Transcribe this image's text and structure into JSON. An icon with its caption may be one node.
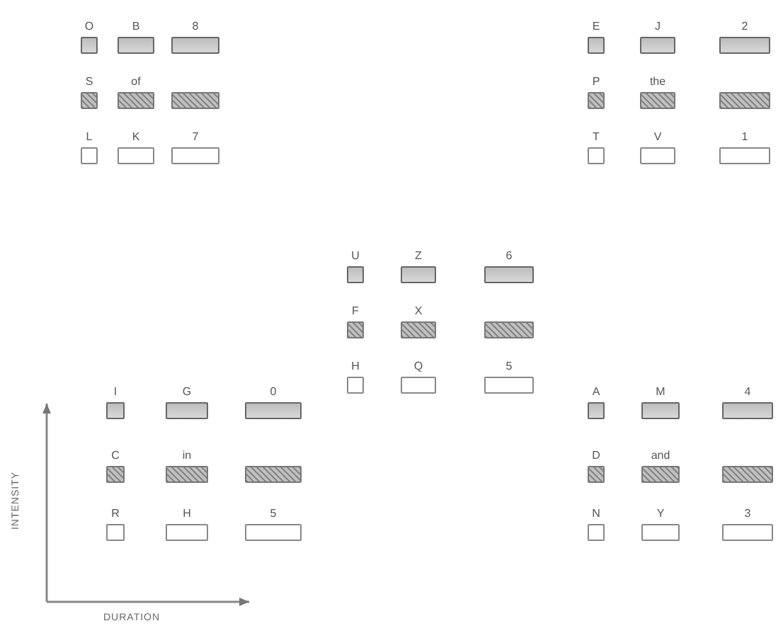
{
  "diagram": {
    "nodes": [
      {
        "text": [
          "O"
        ]
      },
      {
        "text": [
          "B"
        ]
      },
      {
        "text": [
          "8"
        ]
      },
      {
        "text": [
          "S"
        ]
      },
      {
        "text": [
          "of"
        ]
      },
      {
        "text": [],
        "shape": "box"
      },
      {
        "text": [
          "L"
        ]
      },
      {
        "text": [
          "K"
        ]
      },
      {
        "text": [
          "7"
        ]
      },
      {
        "text": [
          "E"
        ]
      },
      {
        "text": [
          "J"
        ]
      },
      {
        "text": [
          "2"
        ]
      },
      {
        "text": [
          "P"
        ]
      },
      {
        "text": [
          "the"
        ]
      },
      {
        "text": [],
        "shape": "box"
      },
      {
        "text": [
          "T"
        ]
      },
      {
        "text": [
          "V"
        ]
      },
      {
        "text": [
          "1"
        ]
      },
      {
        "text": [
          "U"
        ]
      },
      {
        "text": [
          "Z"
        ]
      },
      {
        "text": [
          "6"
        ]
      },
      {
        "text": [
          "F"
        ]
      },
      {
        "text": [
          "X"
        ]
      },
      {
        "text": [],
        "shape": "box"
      },
      {
        "text": [
          "H"
        ]
      },
      {
        "text": [
          "Q"
        ]
      },
      {
        "text": [
          "5"
        ]
      },
      {
        "text": [
          "I"
        ]
      },
      {
        "text": [
          "G"
        ]
      },
      {
        "text": [
          "0"
        ]
      },
      {
        "text": [
          "C"
        ]
      },
      {
        "text": [
          "in"
        ]
      },
      {
        "text": [],
        "shape": "box"
      },
      {
        "text": [
          "R"
        ]
      },
      {
        "text": [
          "H"
        ]
      },
      {
        "text": [
          "5"
        ]
      },
      {
        "text": [
          "A"
        ]
      },
      {
        "text": [
          "M"
        ]
      },
      {
        "text": [
          "4"
        ]
      },
      {
        "text": [
          "D"
        ]
      },
      {
        "text": [
          "and"
        ]
      },
      {
        "text": [],
        "shape": "box"
      },
      {
        "text": [
          "N"
        ]
      },
      {
        "text": [
          "Y"
        ]
      },
      {
        "text": [
          "3"
        ]
      }
    ],
    "labels": [
      "INTENSITY",
      "DURATION"
    ]
  }
}
